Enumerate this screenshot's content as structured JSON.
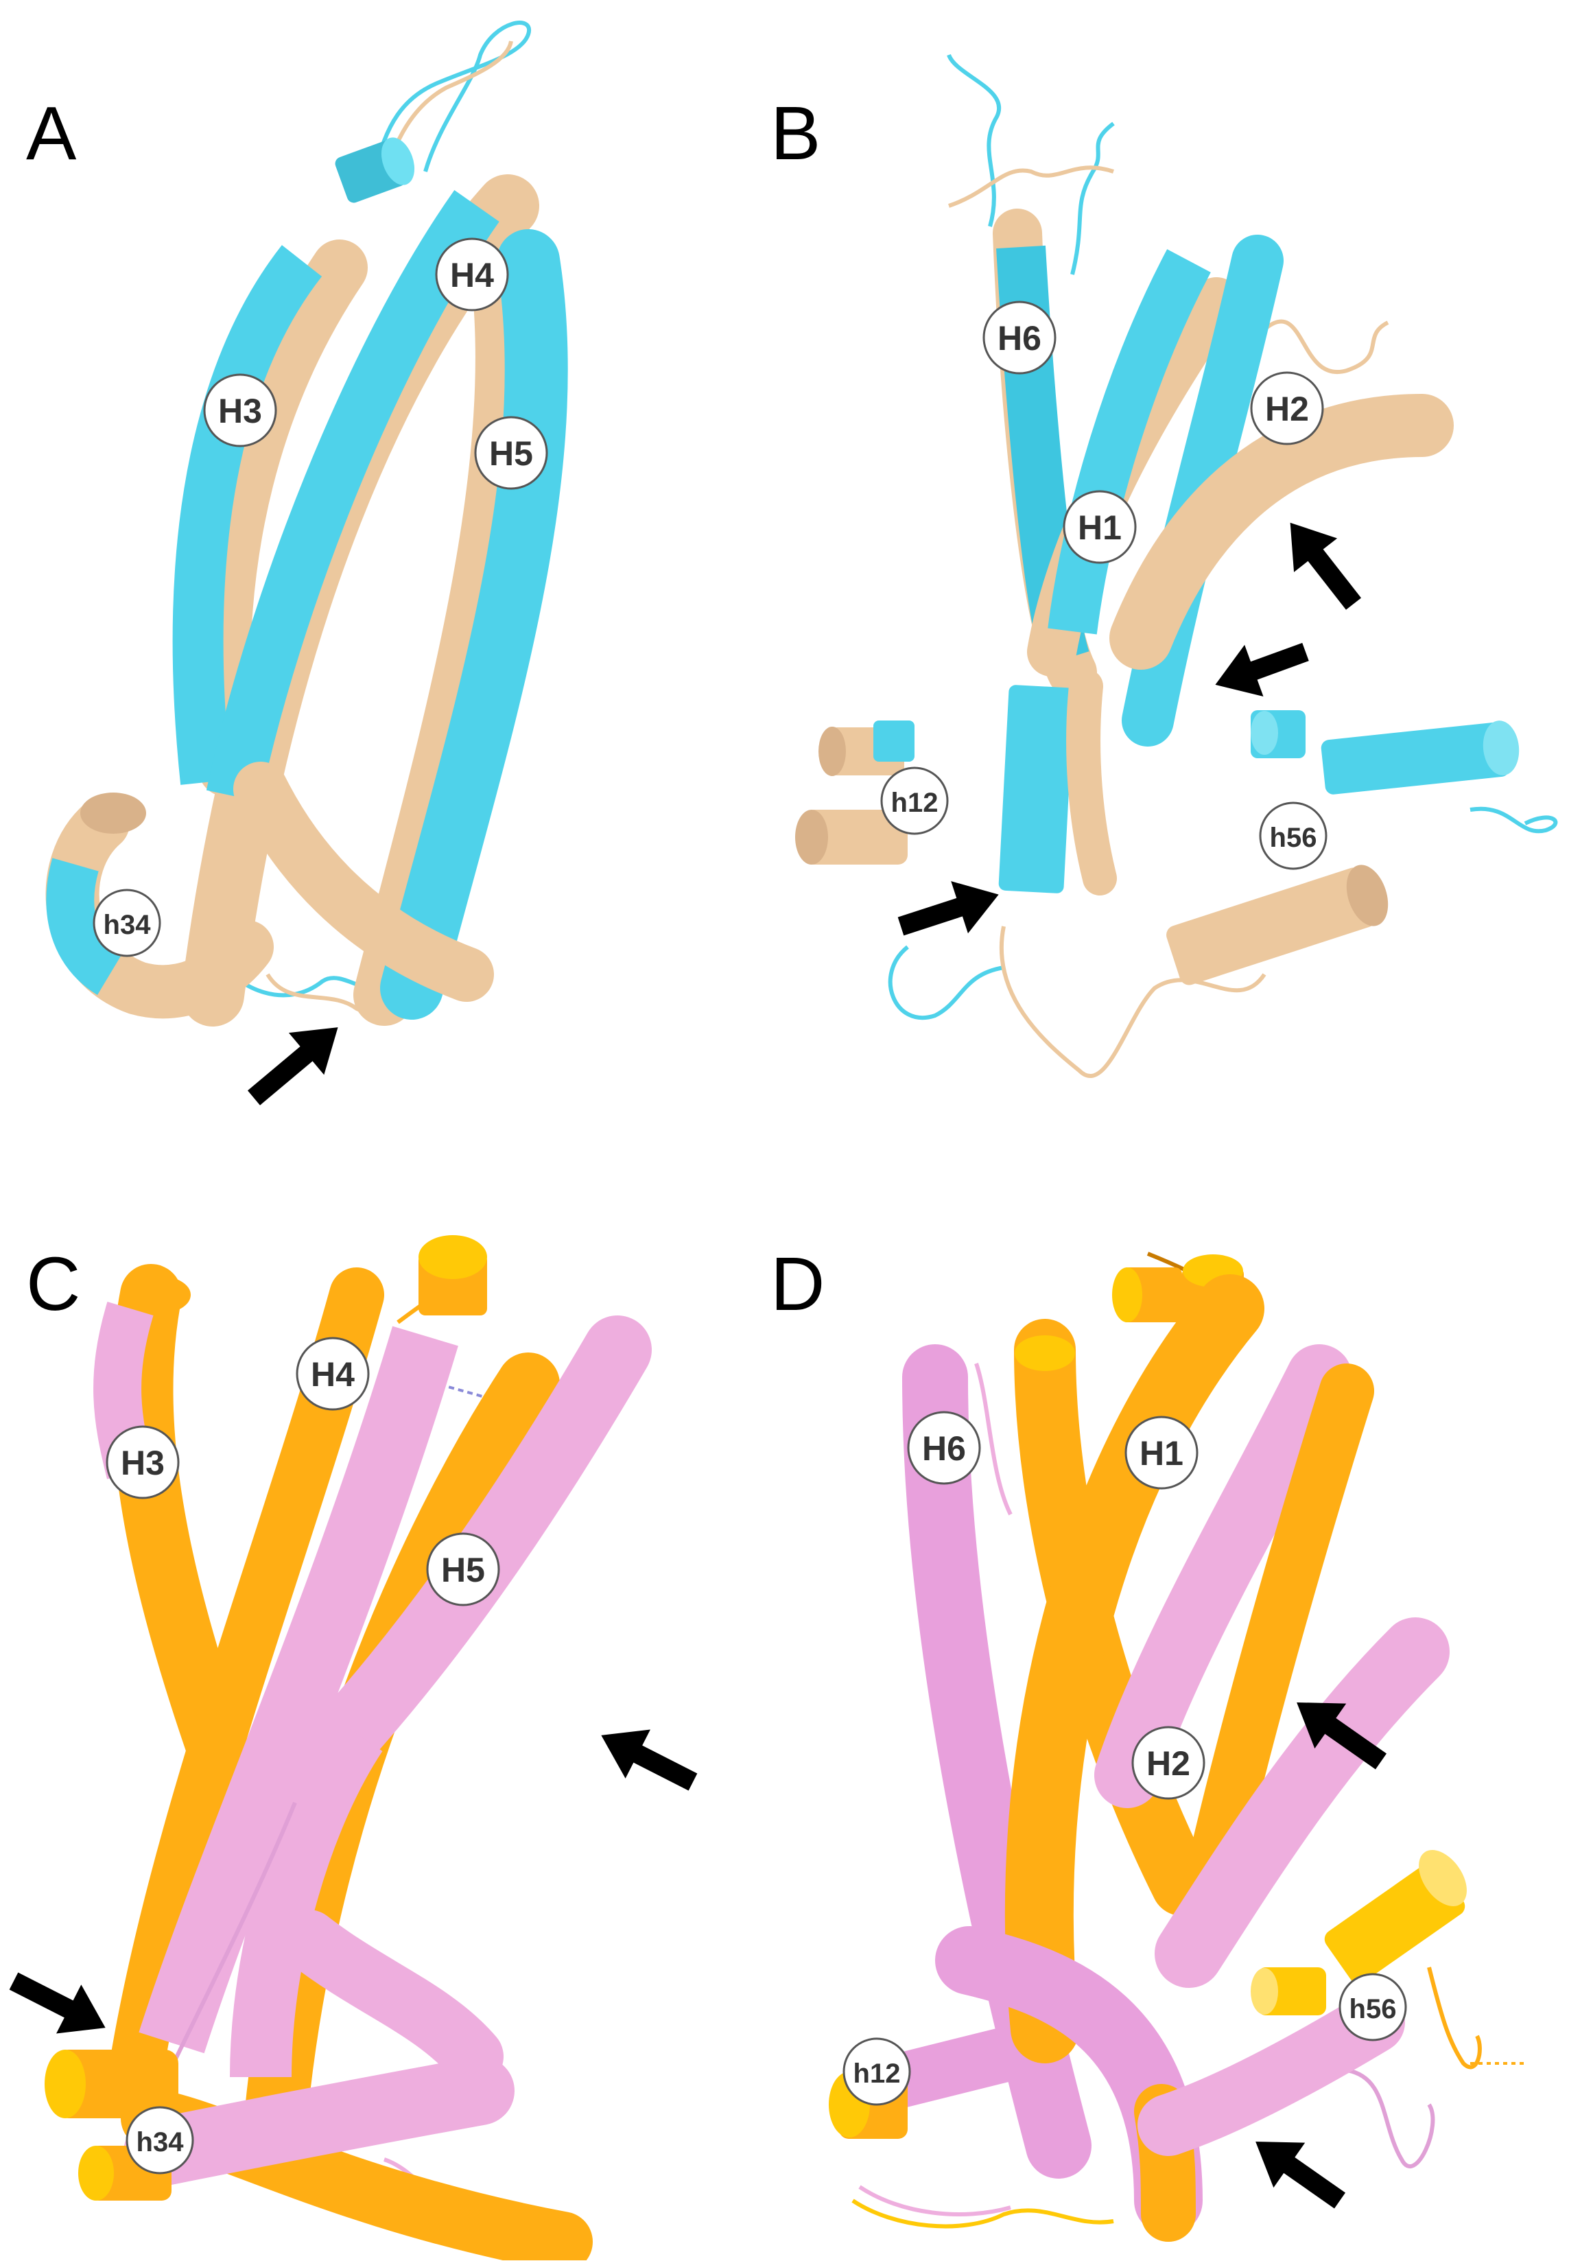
{
  "panels": [
    {
      "letter": "A",
      "scheme": "blue-tan",
      "labels": {
        "h3": "H3",
        "h4": "H4",
        "h5": "H5",
        "h34": "h34"
      }
    },
    {
      "letter": "B",
      "scheme": "blue-tan",
      "labels": {
        "h6": "H6",
        "h1": "H1",
        "h2": "H2",
        "h12": "h12",
        "h56": "h56"
      }
    },
    {
      "letter": "C",
      "scheme": "orange-pink",
      "labels": {
        "h3": "H3",
        "h4": "H4",
        "h5": "H5",
        "h34": "h34"
      }
    },
    {
      "letter": "D",
      "scheme": "orange-pink",
      "labels": {
        "h6": "H6",
        "h1": "H1",
        "h2": "H2",
        "h12": "h12",
        "h56": "h56"
      }
    }
  ],
  "colors": {
    "blue": "#4fd2ea",
    "tan": "#ecc89e",
    "orange": "#ffae14",
    "gold": "#ffc907",
    "pink": "#eeaede",
    "arrow": "#000000",
    "label_fill": "#ffffff",
    "label_stroke": "#555555",
    "label_text": "#333333"
  }
}
